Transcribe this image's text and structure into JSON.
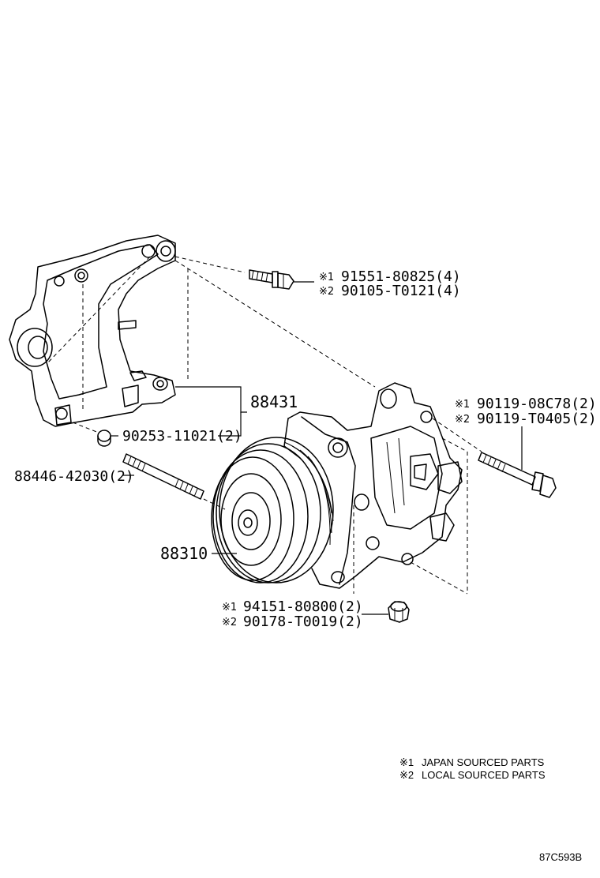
{
  "callouts": {
    "bolt_top": {
      "mark1": "※1",
      "part1": "91551-80825(4)",
      "mark2": "※2",
      "part2": "90105-T0121(4)"
    },
    "bracket": {
      "part": "88431"
    },
    "nut_small": {
      "part": "90253-11021(2)"
    },
    "stud": {
      "part": "88446-42030(2)"
    },
    "bolt_right": {
      "mark1": "※1",
      "part1": "90119-08C78(2)",
      "mark2": "※2",
      "part2": "90119-T0405(2)"
    },
    "compressor": {
      "part": "88310"
    },
    "nut_bottom": {
      "mark1": "※1",
      "part1": "94151-80800(2)",
      "mark2": "※2",
      "part2": "90178-T0019(2)"
    }
  },
  "legend": {
    "line1_mark": "※1",
    "line1_text": "JAPAN SOURCED PARTS",
    "line2_mark": "※2",
    "line2_text": "LOCAL SOURCED PARTS"
  },
  "figure_code": "87C593B"
}
